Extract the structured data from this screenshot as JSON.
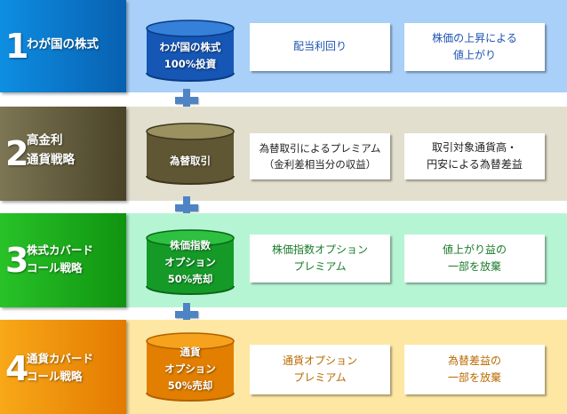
{
  "rows": [
    {
      "number": "1",
      "title_lines": [
        "わが国の株式"
      ],
      "cylinder_lines": [
        "わが国の株式",
        "100%投資"
      ],
      "card1": "配当利回り",
      "card2": "株価の上昇による\n値上がり",
      "colors": {
        "left_from": "#0e8ee2",
        "left_to": "#0860b0",
        "bg": "#a8d0f8",
        "cyl_top": "#3580d8",
        "cyl_body": "#1656b4",
        "cyl_rim": "#0a3b86",
        "card_text": "#1f55b0"
      }
    },
    {
      "number": "2",
      "title_lines": [
        "高金利",
        "通貨戦略"
      ],
      "cylinder_lines": [
        "為替取引"
      ],
      "card1": "為替取引によるプレミアム\n（金利差相当分の収益）",
      "card2": "取引対象通貨高・\n円安による為替差益",
      "colors": {
        "left_from": "#7c7654",
        "left_to": "#4a4327",
        "bg": "#e2dfcf",
        "cyl_top": "#9a9060",
        "cyl_body": "#5f5634",
        "cyl_rim": "#3c361e",
        "card_text": "#222222"
      }
    },
    {
      "number": "3",
      "title_lines": [
        "株式カバード",
        "コール戦略"
      ],
      "cylinder_lines": [
        "株価指数",
        "オプション",
        "50%売却"
      ],
      "card1": "株価指数オプション\nプレミアム",
      "card2": "値上がり益の\n一部を放棄",
      "colors": {
        "left_from": "#28c228",
        "left_to": "#109410",
        "bg": "#b6f5d4",
        "cyl_top": "#2ec040",
        "cyl_body": "#159a28",
        "cyl_rim": "#0b6a18",
        "card_text": "#1a7a2a"
      }
    },
    {
      "number": "4",
      "title_lines": [
        "通貨カバード",
        "コール戦略"
      ],
      "cylinder_lines": [
        "通貨",
        "オプション",
        "50%売却"
      ],
      "card1": "通貨オプション\nプレミアム",
      "card2": "為替差益の\n一部を放棄",
      "colors": {
        "left_from": "#f8a818",
        "left_to": "#e37a00",
        "bg": "#fde7a2",
        "cyl_top": "#f7a21c",
        "cyl_body": "#e27f00",
        "cyl_rim": "#b06000",
        "card_text": "#b86a00"
      }
    }
  ],
  "plus_color": "#4e84c4"
}
